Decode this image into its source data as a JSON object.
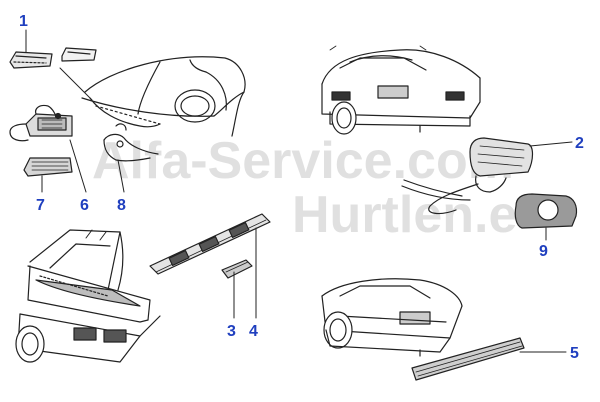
{
  "watermark": {
    "line1": "Alfa-Service.com",
    "line2": "Hurtlen.e",
    "color": "#c8c8c8"
  },
  "colors": {
    "callout": "#1f3fbf",
    "ink": "#222222",
    "paper": "#ffffff"
  },
  "callouts": [
    {
      "id": "1",
      "label": "1"
    },
    {
      "id": "2",
      "label": "2"
    },
    {
      "id": "3",
      "label": "3"
    },
    {
      "id": "4",
      "label": "4"
    },
    {
      "id": "5",
      "label": "5"
    },
    {
      "id": "6",
      "label": "6"
    },
    {
      "id": "7",
      "label": "7"
    },
    {
      "id": "8",
      "label": "8"
    },
    {
      "id": "9",
      "label": "9"
    }
  ]
}
